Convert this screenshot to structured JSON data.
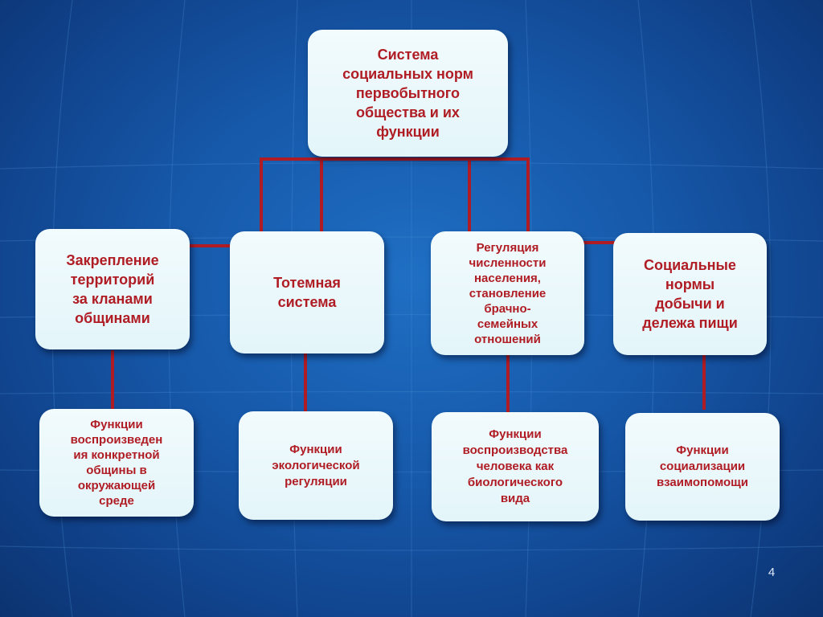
{
  "slide": {
    "number": "4",
    "accent_line_color": "#b01c24",
    "box_text_color": "#b01c24"
  },
  "diagram": {
    "root": {
      "label": "Система\nсоциальных норм\nпервобытного\nобщества и их\nфункции"
    },
    "nodes": [
      {
        "label": "Закрепление\nтерриторий\nза кланами\nобщинами"
      },
      {
        "label": "Тотемная\nсистема"
      },
      {
        "label": "Регуляция\nчисленности\nнаселения,\nстановление\nбрачно-\nсемейных\nотношений"
      },
      {
        "label": "Социальные\nнормы\nдобычи и\nдележа пищи"
      }
    ],
    "functions": [
      {
        "label": "Функции\nвоспроизведен\nия конкретной\nобщины в\nокружающей\nсреде"
      },
      {
        "label": "Функции\nэкологической\nрегуляции"
      },
      {
        "label": "Функции\nвоспроизводства\nчеловека как\nбиологического\nвида"
      },
      {
        "label": "Функции\nсоциализации\nвзаимопомощи"
      }
    ]
  }
}
